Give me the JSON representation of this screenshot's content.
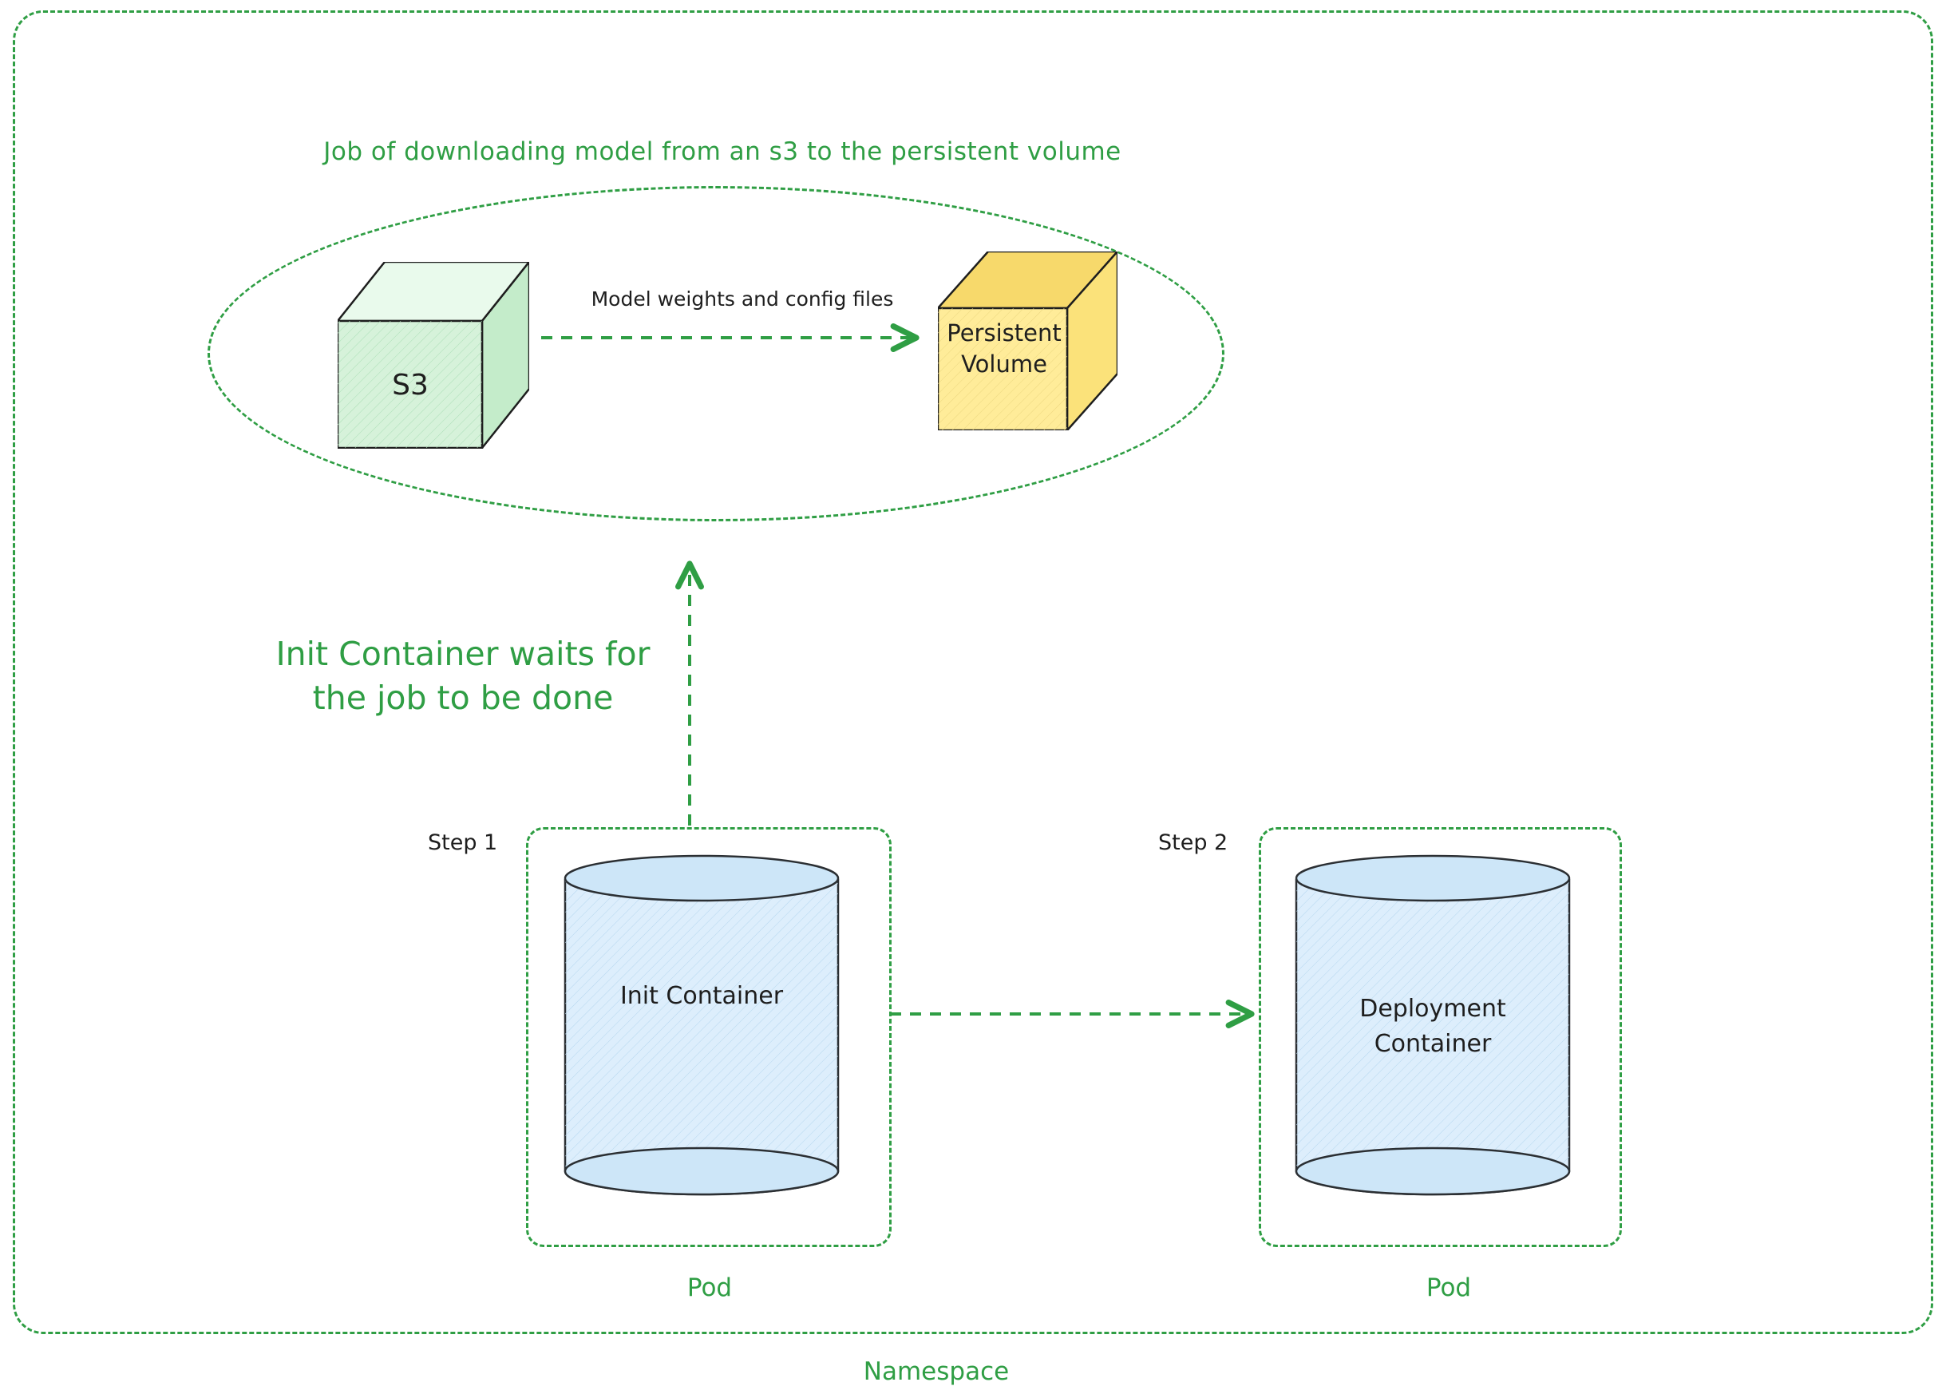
{
  "colors": {
    "accent_green": "#2f9e44",
    "ink": "#1e1e1e",
    "s3_cube_fill": "#d6f2da",
    "persistent_volume_fill": "#ffec99",
    "cylinder_fill": "#ddeefc"
  },
  "namespace": {
    "label": "Namespace"
  },
  "job": {
    "title": "Job of downloading model from an s3 to the persistent volume",
    "s3_label": "S3",
    "arrow_label": "Model weights and config files",
    "pv_line1": "Persistent",
    "pv_line2": "Volume"
  },
  "wait_note": {
    "line1": "Init Container waits for",
    "line2": "the job to be done"
  },
  "pod1": {
    "step": "Step 1",
    "container": "Init Container",
    "pod_label": "Pod"
  },
  "pod2": {
    "step": "Step 2",
    "container_line1": "Deployment",
    "container_line2": "Container",
    "pod_label": "Pod"
  }
}
